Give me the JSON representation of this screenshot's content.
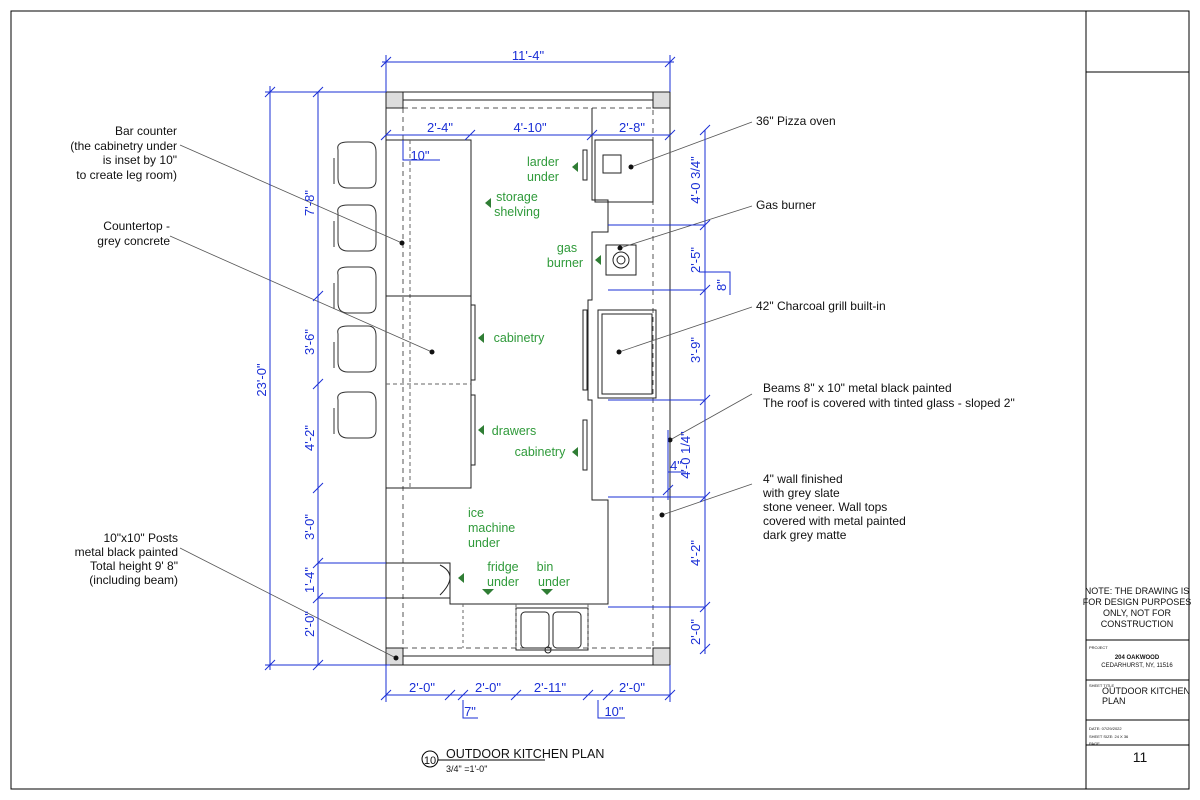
{
  "drawing": {
    "title": "OUTDOOR KITCHEN PLAN",
    "detail_number": "10",
    "scale": "3/4\" =1'-0\""
  },
  "dimensions": {
    "overall_width": "11'-4\"",
    "overall_length": "23'-0\"",
    "top_left": "2'-4\"",
    "top_mid": "4'-10\"",
    "top_right": "2'-8\"",
    "inset_10": "10\"",
    "left_1": "7'-8\"",
    "left_2": "3'-6\"",
    "left_3": "4'-2\"",
    "left_4": "3'-0\"",
    "left_5": "1'-4\"",
    "left_6": "2'-0\"",
    "right_1": "4'-0 3/4\"",
    "right_2": "2'-5\"",
    "right_3": "8\"",
    "right_4": "3'-9\"",
    "right_5": "4'-0 1/4\"",
    "right_6": "4\"",
    "right_7": "4'-2\"",
    "right_8": "2'-0\"",
    "bottom_1": "2'-0\"",
    "bottom_2": "2'-0\"",
    "bottom_3": "2'-11\"",
    "bottom_4": "2'-0\"",
    "bottom_7": "7\"",
    "bottom_10": "10\""
  },
  "labels": {
    "larder": [
      "larder",
      "under"
    ],
    "storage": [
      "storage",
      "shelving"
    ],
    "gas": [
      "gas",
      "burner"
    ],
    "cabinetry1": "cabinetry",
    "drawers": "drawers",
    "cabinetry2": "cabinetry",
    "ice": [
      "ice",
      "machine",
      "under"
    ],
    "fridge": [
      "fridge",
      "under"
    ],
    "bin": [
      "bin",
      "under"
    ]
  },
  "notes": {
    "bar_counter": [
      "Bar counter",
      "(the cabinetry under",
      "is inset by 10\"",
      "to create leg room)"
    ],
    "countertop": [
      "Countertop -",
      "grey concrete"
    ],
    "posts": [
      "10\"x10\" Posts",
      "metal black painted",
      "Total height 9' 8\"",
      "(including beam)"
    ],
    "pizza": "36\" Pizza oven",
    "gas_burner": "Gas burner",
    "grill": "42\" Charcoal grill built-in",
    "beams": [
      "Beams 8\" x 10\" metal black painted",
      "The roof is covered with tinted glass - sloped 2\""
    ],
    "wall": [
      "4\" wall finished",
      "with grey slate",
      "stone veneer. Wall tops",
      "covered with metal painted",
      "dark grey matte"
    ]
  },
  "title_block": {
    "note": [
      "NOTE: THE DRAWING IS",
      "FOR DESIGN PURPOSES",
      "ONLY, NOT FOR",
      "CONSTRUCTION"
    ],
    "project_label": "PROJECT",
    "project_name": "204 OAKWOOD",
    "project_address": "CEDARHURST, NY, 11516",
    "sheet_title_label": "SHEET TITLE",
    "sheet_title": [
      "OUTDOOR KITCHEN",
      "PLAN"
    ],
    "date": "DATE: 07/29/2022",
    "sheet_size": "SHEET SIZE: 24 X 36",
    "page_label": "PAGE",
    "page_number": "11"
  },
  "colors": {
    "dimension": "#1a2fd6",
    "label": "#2f9a3a",
    "line": "#111111"
  }
}
